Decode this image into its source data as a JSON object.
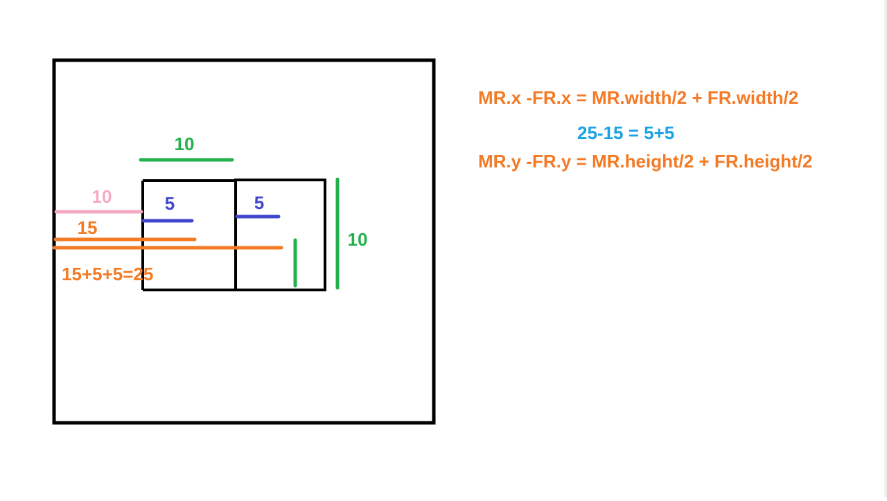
{
  "colors": {
    "outline": "#000000",
    "green": "#22b14c",
    "pink": "#f5a9c1",
    "blue": "#3f48cc",
    "orange": "#f47a25",
    "sky": "#1aa2e6"
  },
  "diagram": {
    "labels": {
      "top_width": "10",
      "pink_offset": "10",
      "left_half_width": "5",
      "right_half_width": "5",
      "orange_offset": "15",
      "right_height": "10",
      "sum": "15+5+5=25"
    }
  },
  "equations": {
    "x_relation": "MR.x -FR.x = MR.width/2 + FR.width/2",
    "x_example": "25-15 = 5+5",
    "y_relation": "MR.y -FR.y = MR.height/2 + FR.height/2"
  }
}
